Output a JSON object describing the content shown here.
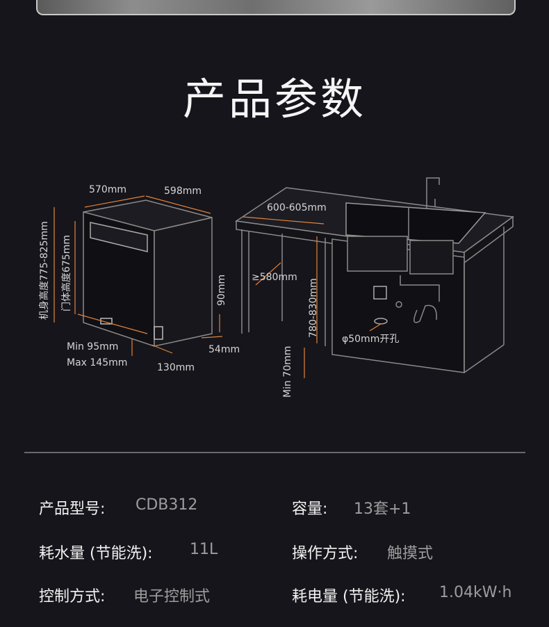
{
  "title": "产品参数",
  "diagram": {
    "dishwasher": {
      "depth": "570mm",
      "width": "598mm",
      "body_height": "机身高度775-825mm",
      "door_height": "门体高度675mm",
      "kick_height": "90mm",
      "kick_depth": "54mm",
      "offset": "130mm",
      "min_gap": "Min 95mm",
      "max_gap": "Max 145mm"
    },
    "cabinet": {
      "depth": "600-605mm",
      "opening_width": "≥580mm",
      "opening_height": "780-830mm",
      "min_plinth": "Min 70mm",
      "drain_hole": "φ50mm开孔"
    }
  },
  "specs": [
    {
      "label": "产品型号:",
      "value": "CDB312"
    },
    {
      "label": "容量:",
      "value": "13套+1"
    },
    {
      "label": "耗水量 (节能洗):",
      "value": "11L"
    },
    {
      "label": "操作方式:",
      "value": "触摸式"
    },
    {
      "label": "控制方式:",
      "value": "电子控制式"
    },
    {
      "label": "耗电量 (节能洗):",
      "value": "1.04kW·h"
    }
  ]
}
